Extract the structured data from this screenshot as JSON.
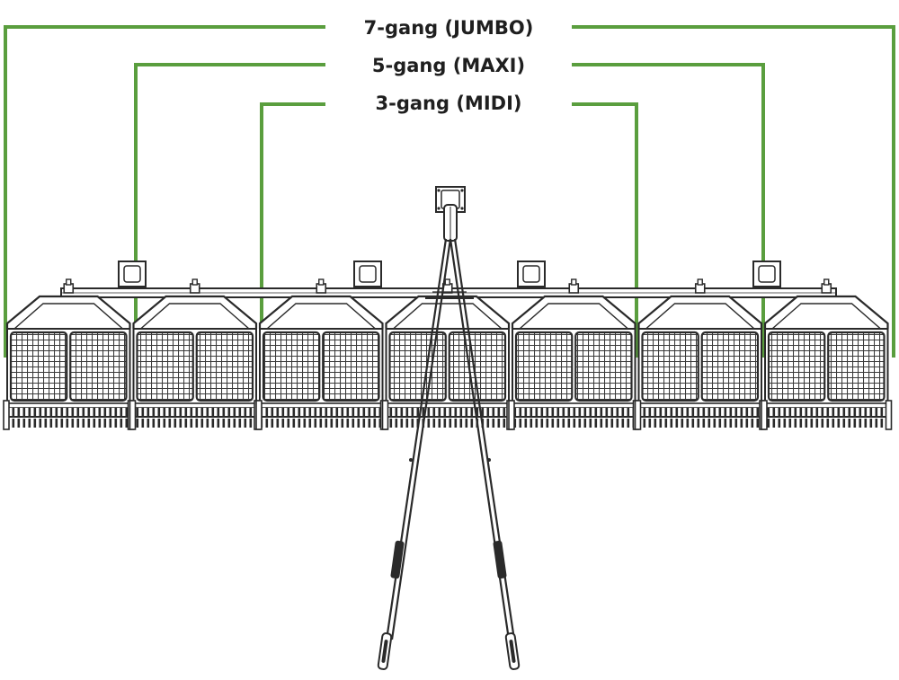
{
  "labels": {
    "jumbo": "7-gang (JUMBO)",
    "maxi": "5-gang (MAXI)",
    "midi": "3-gang (MIDI)"
  },
  "colors": {
    "bracket": "#5a9e3e",
    "line": "#2a2a2a",
    "mesh": "#3a3a3a",
    "text": "#1f1f1f",
    "background": "#ffffff"
  },
  "units": {
    "count": 7
  }
}
